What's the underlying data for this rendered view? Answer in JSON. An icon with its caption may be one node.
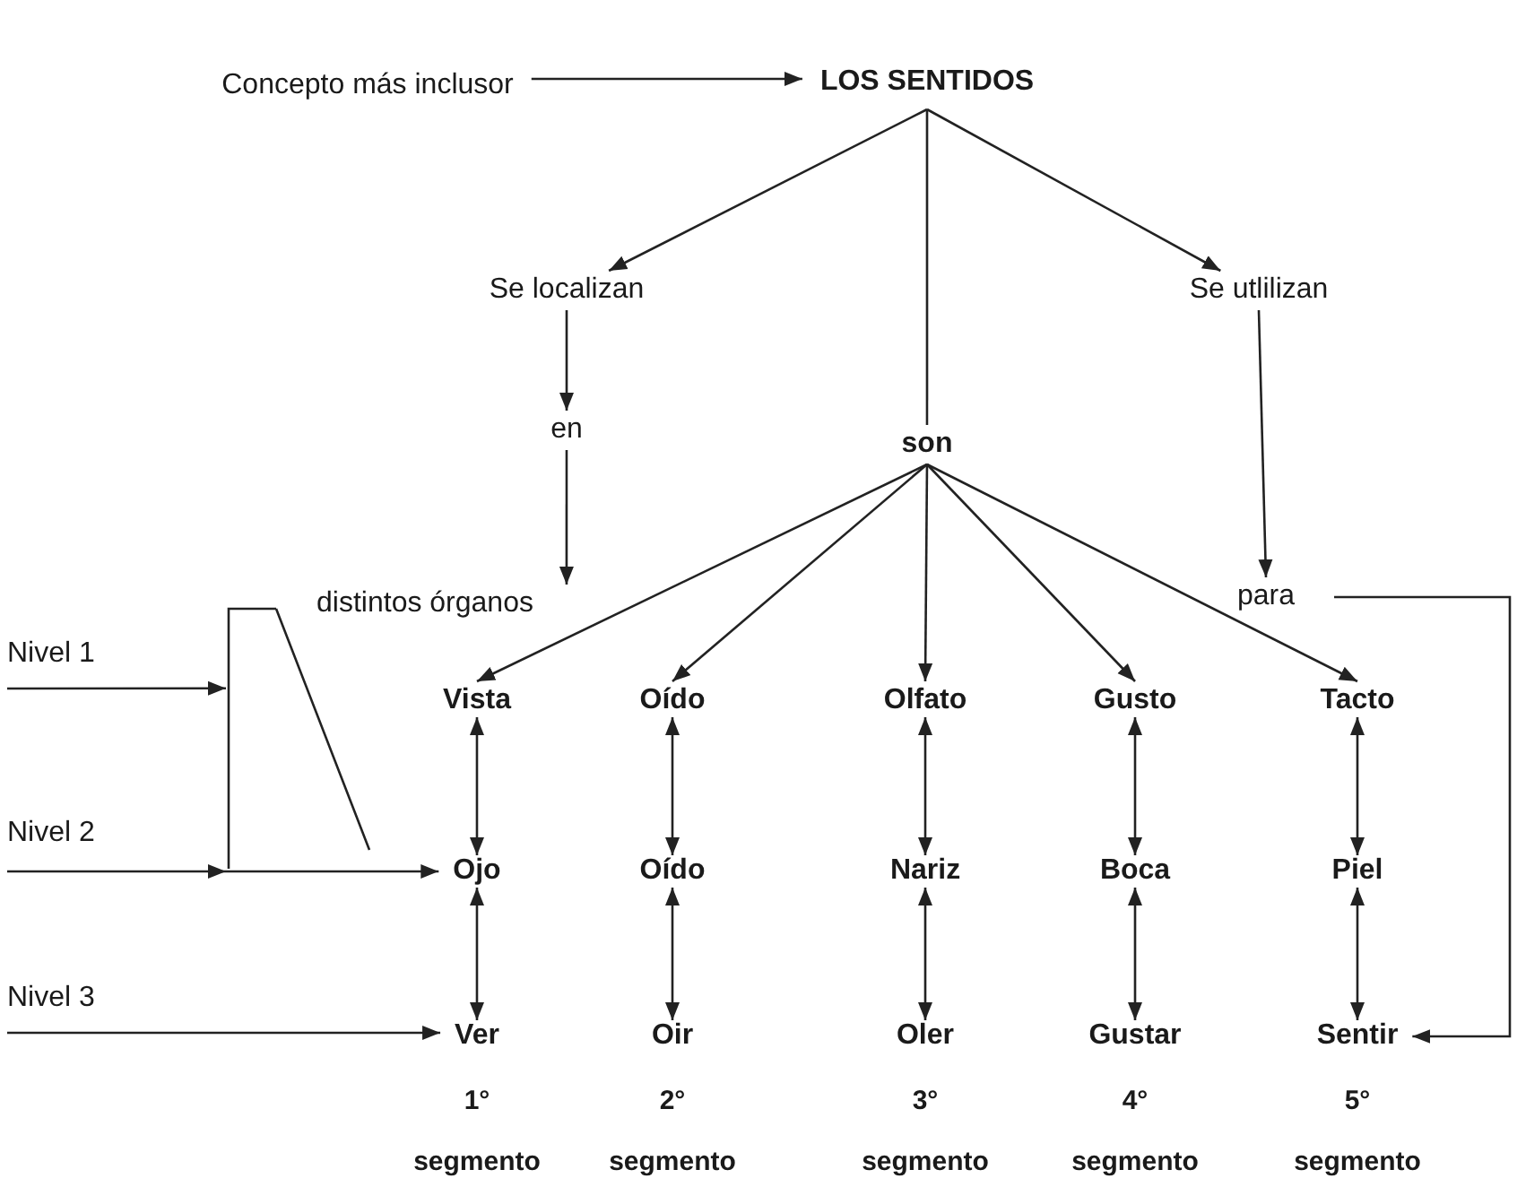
{
  "diagram": {
    "nodes": [
      {
        "text": [
          "Concepto más inclusor"
        ]
      },
      {
        "text": [
          "LOS SENTIDOS"
        ]
      },
      {
        "text": [
          "Se localizan"
        ]
      },
      {
        "text": [
          "Se utlilizan"
        ]
      },
      {
        "text": [
          "en"
        ]
      },
      {
        "text": [
          "son"
        ]
      },
      {
        "text": [
          "distintos órganos"
        ]
      },
      {
        "text": [
          "para"
        ]
      },
      {
        "text": [
          "Vista"
        ]
      },
      {
        "text": [
          "Oído"
        ]
      },
      {
        "text": [
          "Olfato"
        ]
      },
      {
        "text": [
          "Gusto"
        ]
      },
      {
        "text": [
          "Tacto"
        ]
      },
      {
        "text": [
          "Ojo"
        ]
      },
      {
        "text": [
          "Oído"
        ]
      },
      {
        "text": [
          "Nariz"
        ]
      },
      {
        "text": [
          "Boca"
        ]
      },
      {
        "text": [
          "Piel"
        ]
      },
      {
        "text": [
          "Ver"
        ],
        "beside": [
          "1°",
          "segmento"
        ]
      },
      {
        "text": [
          "Oir"
        ],
        "beside": [
          "2°",
          "segmento"
        ]
      },
      {
        "text": [
          "Oler"
        ],
        "beside": [
          "3°",
          "segmento"
        ]
      },
      {
        "text": [
          "Gustar"
        ],
        "beside": [
          "4°",
          "segmento"
        ]
      },
      {
        "text": [
          "Sentir"
        ],
        "beside": [
          "5°",
          "segmento"
        ]
      },
      {
        "text": [
          "Nivel 1"
        ]
      },
      {
        "text": [
          "Nivel 2"
        ]
      },
      {
        "text": [
          "Nivel 3"
        ]
      },
      {
        "text": [],
        "shape": "bracket"
      }
    ],
    "edges": [
      {
        "from": 0,
        "to": 1,
        "arrow": "to"
      },
      {
        "from": 1,
        "to": 2,
        "arrow": "to"
      },
      {
        "from": 1,
        "to": 5,
        "arrow": "none"
      },
      {
        "from": 1,
        "to": 3,
        "arrow": "to"
      },
      {
        "from": 2,
        "to": 4,
        "arrow": "to"
      },
      {
        "from": 4,
        "to": 6,
        "arrow": "to"
      },
      {
        "from": 3,
        "to": 7,
        "arrow": "to"
      },
      {
        "from": 5,
        "to": 8,
        "arrow": "to"
      },
      {
        "from": 5,
        "to": 9,
        "arrow": "to"
      },
      {
        "from": 5,
        "to": 10,
        "arrow": "to"
      },
      {
        "from": 5,
        "to": 11,
        "arrow": "to"
      },
      {
        "from": 5,
        "to": 12,
        "arrow": "to"
      },
      {
        "from": 8,
        "to": 13,
        "arrow": "both"
      },
      {
        "from": 9,
        "to": 14,
        "arrow": "both"
      },
      {
        "from": 10,
        "to": 15,
        "arrow": "both"
      },
      {
        "from": 11,
        "to": 16,
        "arrow": "both"
      },
      {
        "from": 12,
        "to": 17,
        "arrow": "both"
      },
      {
        "from": 13,
        "to": 18,
        "arrow": "both"
      },
      {
        "from": 14,
        "to": 19,
        "arrow": "both"
      },
      {
        "from": 15,
        "to": 20,
        "arrow": "both"
      },
      {
        "from": 16,
        "to": 21,
        "arrow": "both"
      },
      {
        "from": 17,
        "to": 22,
        "arrow": "both"
      },
      {
        "from": 23,
        "to": 26,
        "arrow": "to"
      },
      {
        "from": 24,
        "to": 26,
        "arrow": "to"
      },
      {
        "from": 26,
        "to": 13,
        "arrow": "to"
      },
      {
        "from": 25,
        "to": 18,
        "arrow": "to"
      },
      {
        "from": 7,
        "to": 22,
        "arrow": "to"
      }
    ]
  }
}
